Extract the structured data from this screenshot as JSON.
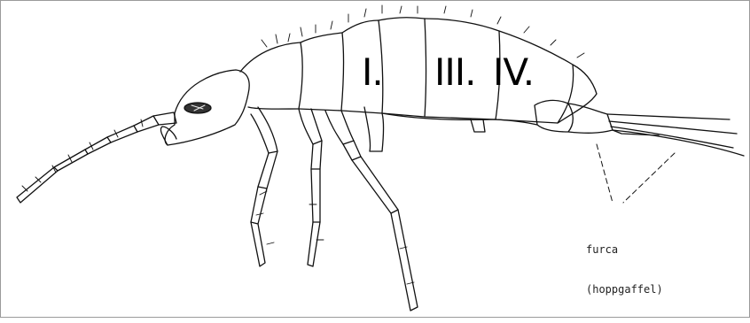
{
  "segment_labels": {
    "first": "I.",
    "third": "III.",
    "fourth": "IV."
  },
  "furca_label": {
    "line1": "furca",
    "line2": "(hoppgaffel)"
  },
  "colors": {
    "ink": "#000000",
    "background": "#ffffff",
    "frame": "#9a9a9a"
  }
}
